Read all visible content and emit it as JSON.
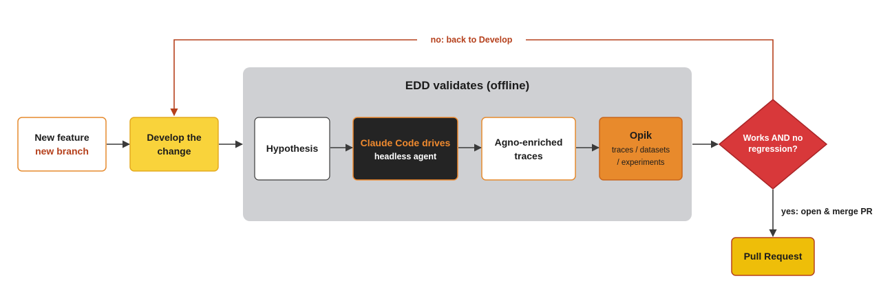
{
  "colors": {
    "line": "#3a3a3a",
    "feedback_line": "#b5401c",
    "feedback_text": "#b5401c",
    "group_fill": "#cfd0d3",
    "orange_border": "#e58a2d",
    "develop_fill": "#f9d33b",
    "develop_border": "#e4aa1f",
    "claude_fill": "#242424",
    "claude_accent": "#ef8a2f",
    "opik_fill": "#e88a2c",
    "opik_border": "#c9661d",
    "diamond_fill": "#d8383a",
    "diamond_border": "#a82426",
    "pr_fill": "#eebe09",
    "pr_border": "#b5401c"
  },
  "group": {
    "title": "EDD validates (offline)"
  },
  "nodes": {
    "new_feature": {
      "line1": "New feature",
      "line2": "new branch"
    },
    "develop": {
      "line1": "Develop the",
      "line2": "change"
    },
    "hypothesis": {
      "label": "Hypothesis"
    },
    "claude": {
      "line1": "Claude Code drives",
      "line2": "headless agent"
    },
    "agno": {
      "line1": "Agno-enriched",
      "line2": "traces"
    },
    "opik": {
      "line1": "Opik",
      "line2": "traces / datasets",
      "line3": "/ experiments"
    },
    "decision": {
      "line1": "Works AND no",
      "line2": "regression?"
    },
    "pull_request": {
      "label": "Pull Request"
    }
  },
  "edges": {
    "feedback_label": "no: back to Develop",
    "yes_label": "yes: open & merge PR"
  }
}
